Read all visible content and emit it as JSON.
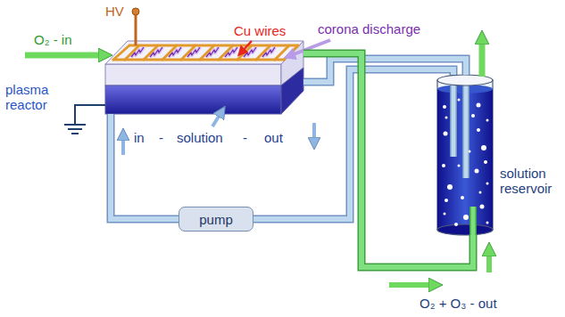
{
  "diagram": {
    "nodes": [
      {
        "text": [
          "plasma reactor"
        ]
      },
      {
        "text": [
          "solution reservoir"
        ]
      },
      {
        "text": [
          "pump"
        ]
      }
    ],
    "edges": [
      {
        "from": 2,
        "to": 0,
        "arrow": "none"
      },
      {
        "from": 0,
        "to": 1,
        "arrow": "none"
      },
      {
        "from": 1,
        "to": 2,
        "arrow": "none"
      },
      {
        "from": 0,
        "to": 1,
        "arrow": "none"
      }
    ],
    "labels": [
      "HV",
      "Cu wires",
      "corona discharge",
      "O₂ - in",
      "in",
      "-",
      "solution",
      "-",
      "out",
      "O₂ + O₃ - out"
    ]
  }
}
